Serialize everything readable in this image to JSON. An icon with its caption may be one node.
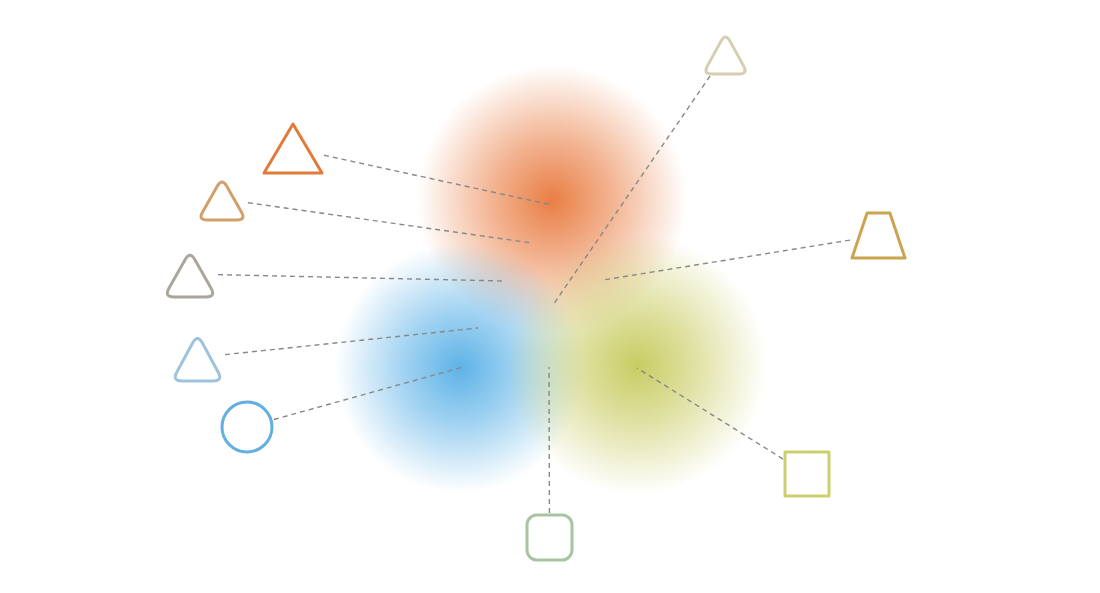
{
  "diagram": {
    "nodes": [
      {
        "text": [],
        "shape": "triangle"
      },
      {
        "text": [],
        "shape": "triangle"
      },
      {
        "text": [],
        "shape": "triangle"
      },
      {
        "text": [],
        "shape": "triangle"
      },
      {
        "text": [],
        "shape": "circle"
      },
      {
        "text": [],
        "shape": "box"
      },
      {
        "text": [],
        "shape": "box"
      },
      {
        "text": [],
        "shape": "trapezoid"
      },
      {
        "text": [],
        "shape": "triangle"
      }
    ],
    "edges": [
      {
        "from": 0,
        "to": null,
        "arrow": "none",
        "style": "dashed"
      },
      {
        "from": 1,
        "to": null,
        "arrow": "none",
        "style": "dashed"
      },
      {
        "from": 2,
        "to": null,
        "arrow": "none",
        "style": "dashed"
      },
      {
        "from": 3,
        "to": null,
        "arrow": "none",
        "style": "dashed"
      },
      {
        "from": 4,
        "to": null,
        "arrow": "none",
        "style": "dashed"
      },
      {
        "from": 5,
        "to": null,
        "arrow": "none",
        "style": "dashed"
      },
      {
        "from": 6,
        "to": null,
        "arrow": "none",
        "style": "dashed"
      },
      {
        "from": 7,
        "to": null,
        "arrow": "none",
        "style": "dashed"
      },
      {
        "from": 8,
        "to": null,
        "arrow": "none",
        "style": "dashed"
      }
    ]
  }
}
